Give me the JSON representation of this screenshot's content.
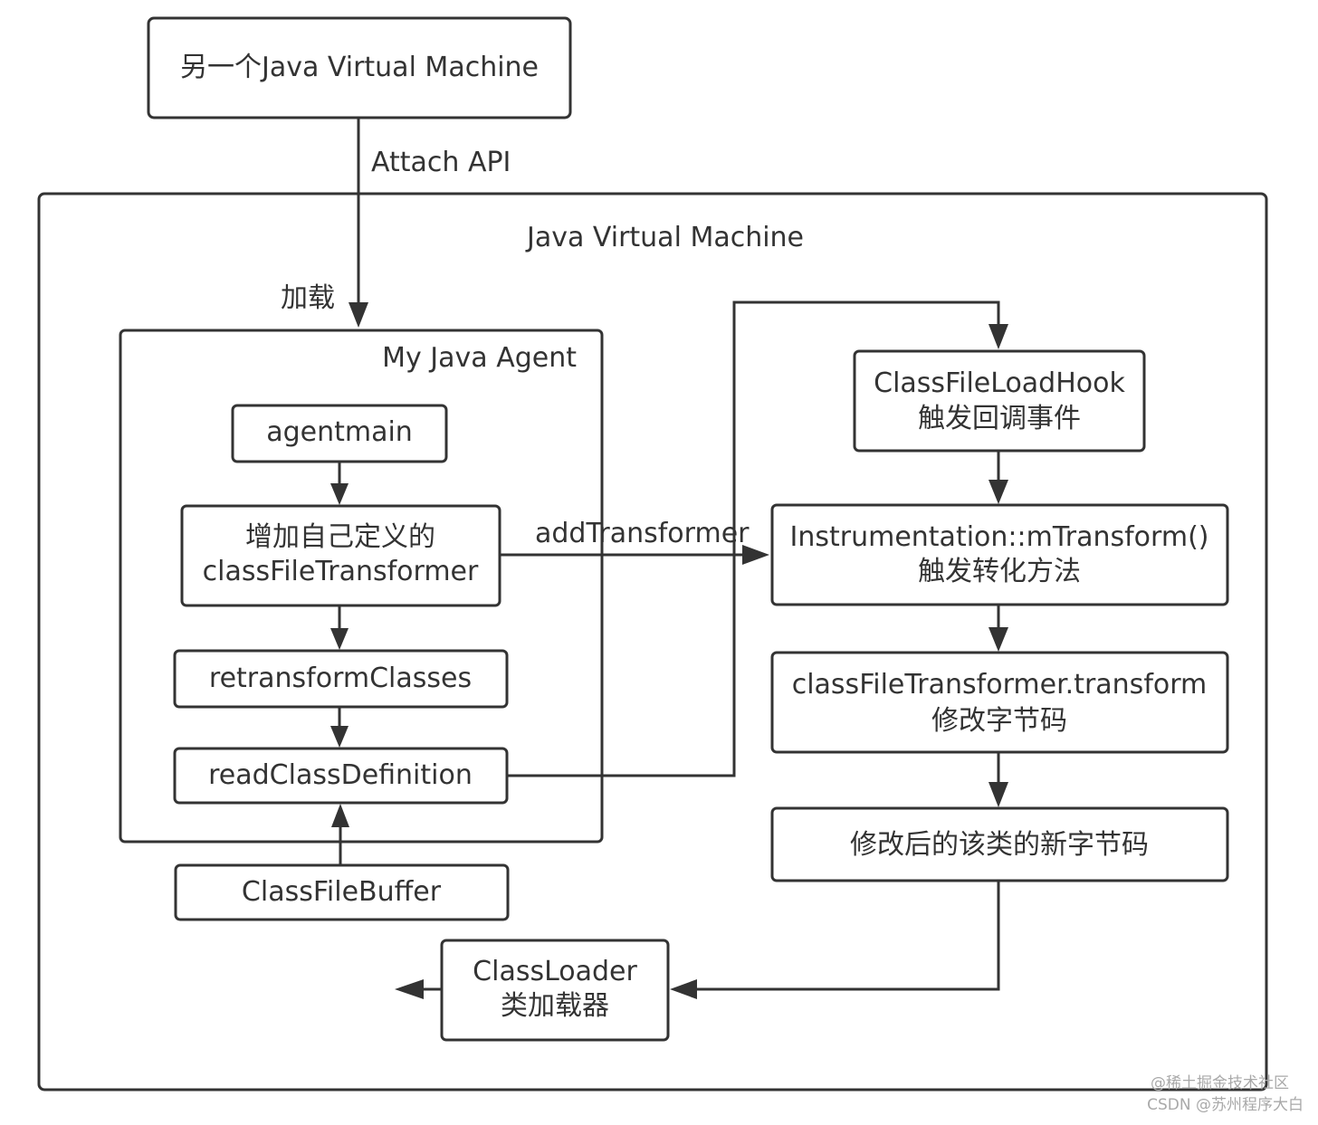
{
  "diagram": {
    "external_jvm": "另一个Java Virtual Machine",
    "attach_api": "Attach API",
    "jvm_title": "Java Virtual Machine",
    "load_label": "加载",
    "agent_title": "My Java Agent",
    "agentmain": "agentmain",
    "add_transformer_line1": "增加自己定义的",
    "add_transformer_line2": "classFileTransformer",
    "retransform": "retransformClasses",
    "read_class_def": "readClassDefinition",
    "class_file_buffer": "ClassFileBuffer",
    "add_transformer_edge": "addTransformer",
    "hook_line1": "ClassFileLoadHook",
    "hook_line2": "触发回调事件",
    "instr_line1": "Instrumentation::mTransform()",
    "instr_line2": "触发转化方法",
    "cft_line1": "classFileTransformer.transform",
    "cft_line2": "修改字节码",
    "new_bytecode": "修改后的该类的新字节码",
    "classloader_line1": "ClassLoader",
    "classloader_line2": "类加载器"
  },
  "watermark": {
    "line1": "@稀土掘金技术社区",
    "line2": "CSDN @苏州程序大白"
  },
  "colors": {
    "stroke": "#333333",
    "text": "#333333",
    "watermark": "#a9a9a9",
    "background": "#ffffff"
  }
}
